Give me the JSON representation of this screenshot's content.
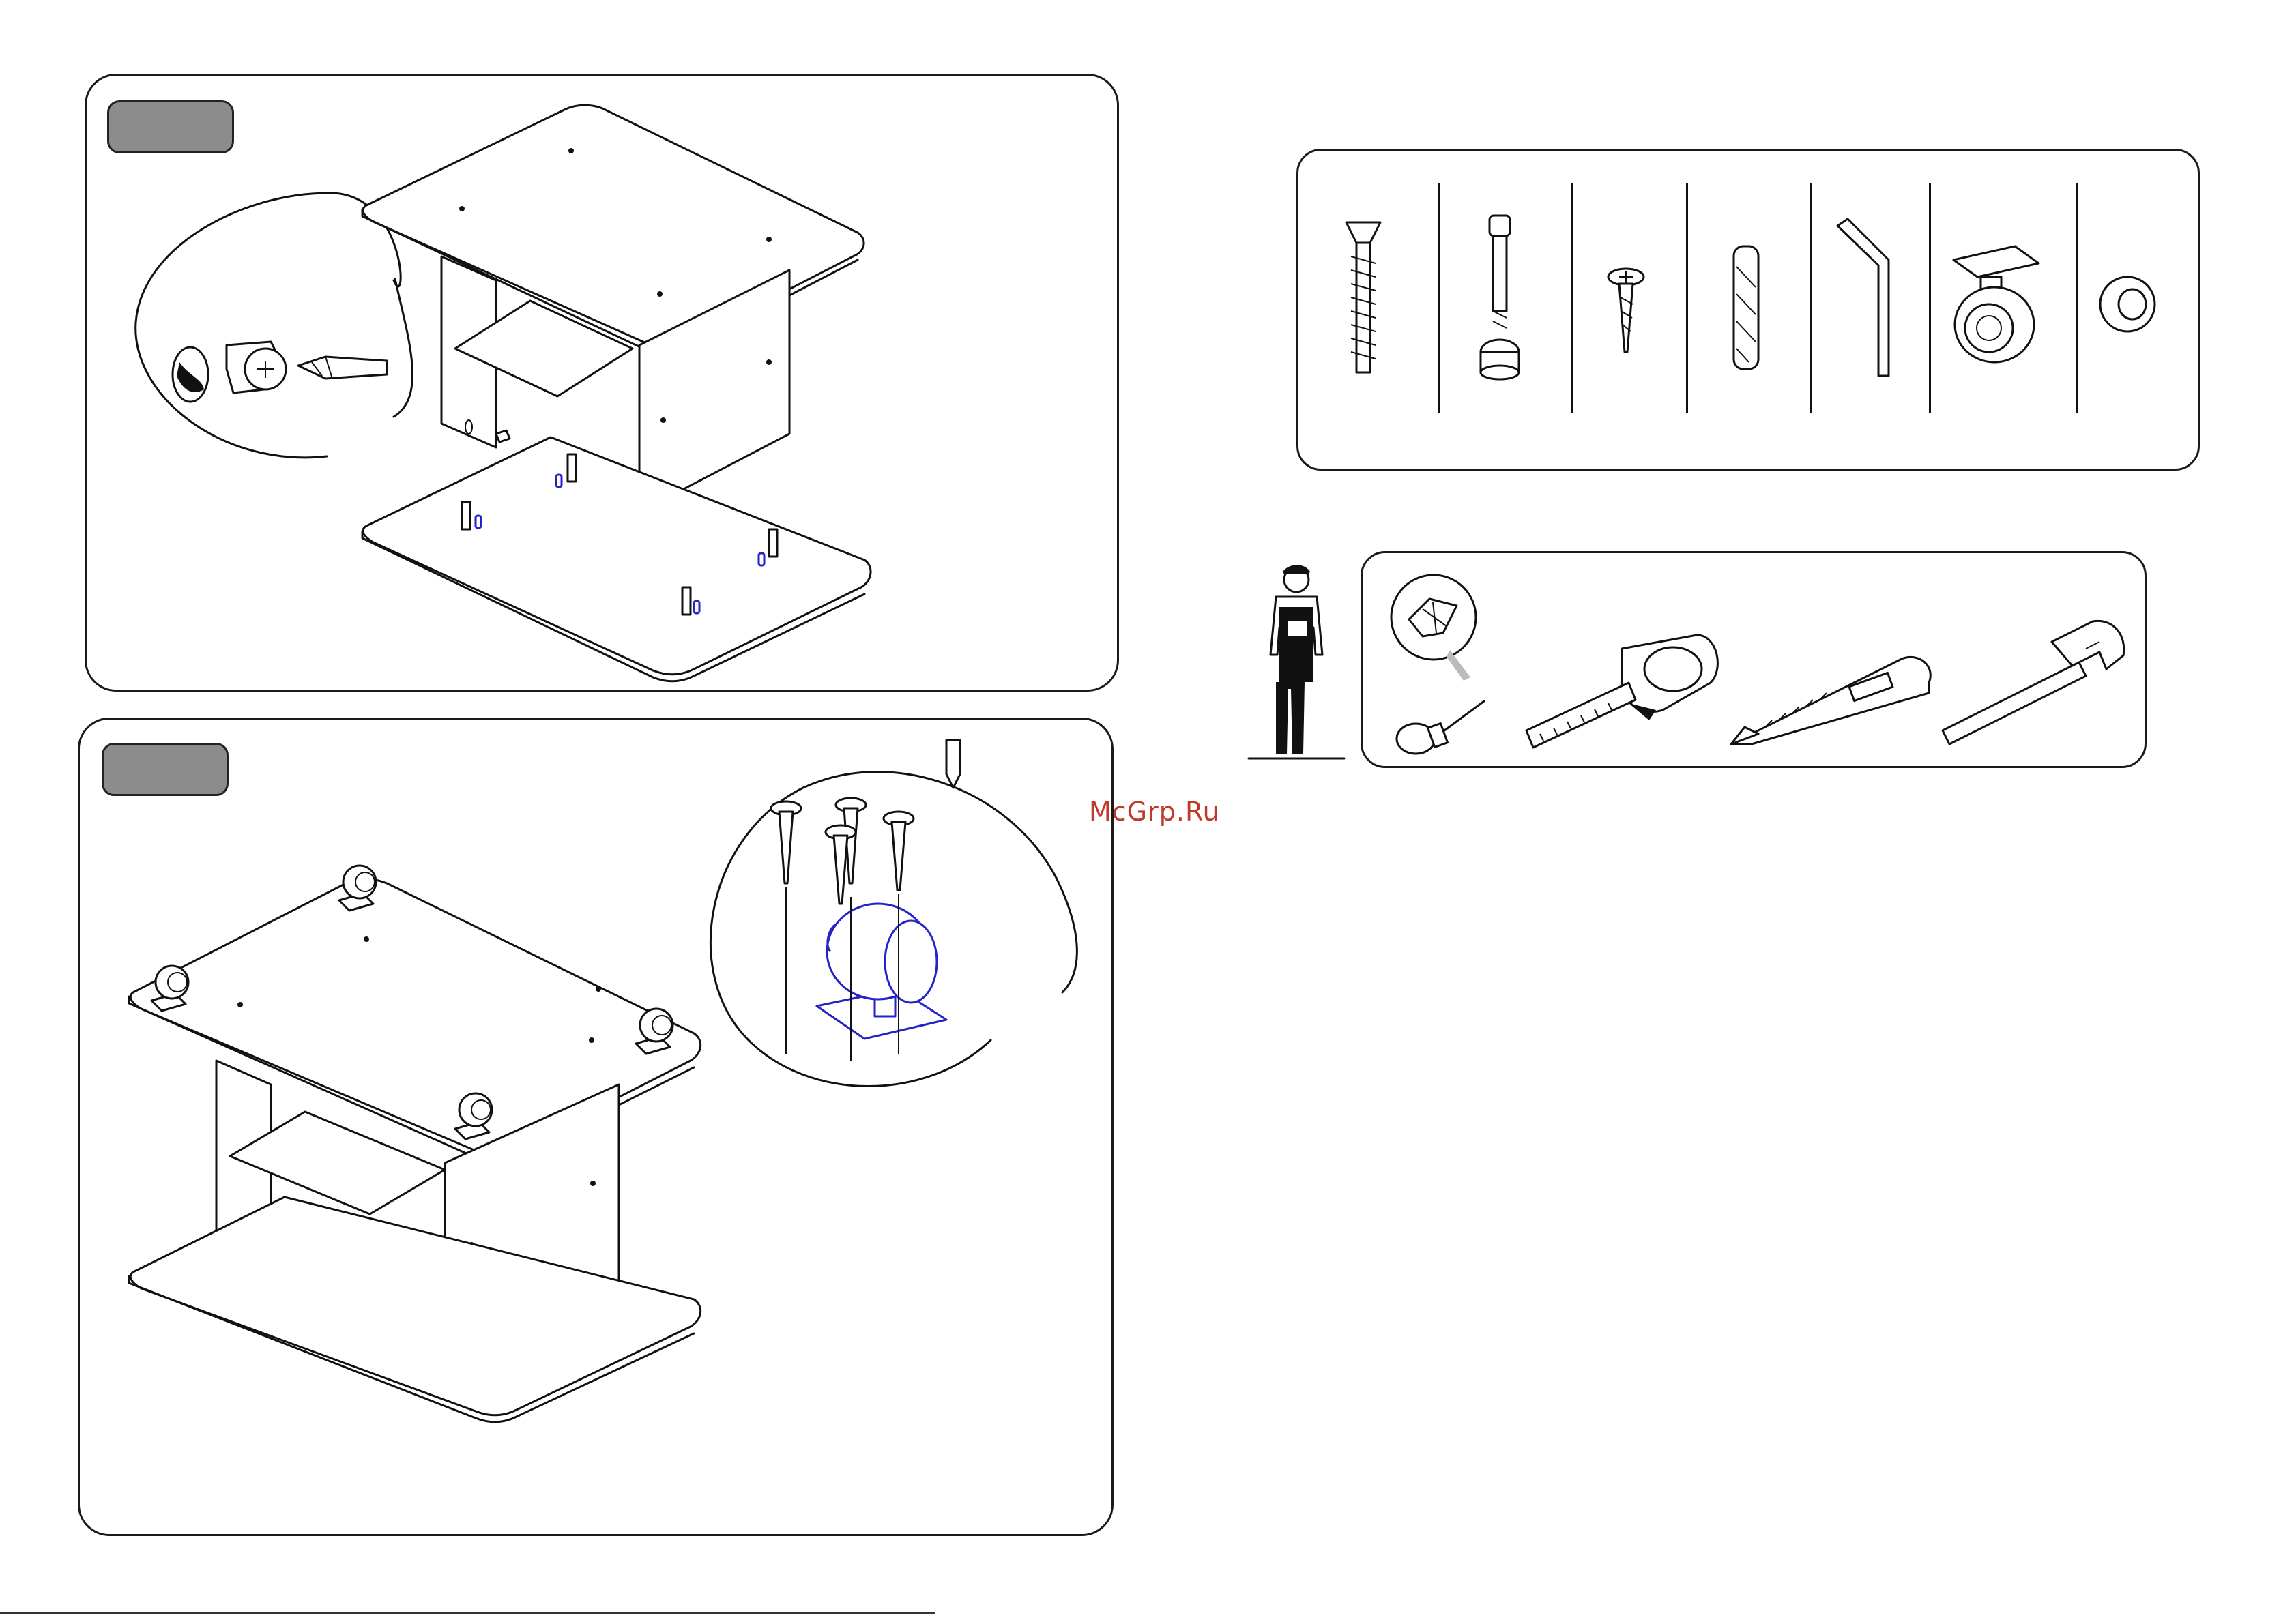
{
  "watermark": "McGrp.Ru",
  "steps": [
    {
      "id": "step-1",
      "label": ""
    },
    {
      "id": "step-2",
      "label": ""
    }
  ],
  "hardware_items": [
    {
      "icon": "confirmat-screw-icon"
    },
    {
      "icon": "cam-lock-bolt-icon"
    },
    {
      "icon": "wood-screw-icon"
    },
    {
      "icon": "wooden-dowel-icon"
    },
    {
      "icon": "hex-key-icon"
    },
    {
      "icon": "caster-wheel-icon"
    },
    {
      "icon": "cover-cap-icon"
    }
  ],
  "tools": [
    {
      "icon": "phillips-screwdriver-icon"
    },
    {
      "icon": "tape-measure-icon"
    },
    {
      "icon": "utility-knife-icon"
    },
    {
      "icon": "hammer-icon"
    }
  ],
  "colors": {
    "line": "#111111",
    "badge": "#8c8c8c",
    "highlight": "#2323c8",
    "watermark": "#c0392b"
  }
}
